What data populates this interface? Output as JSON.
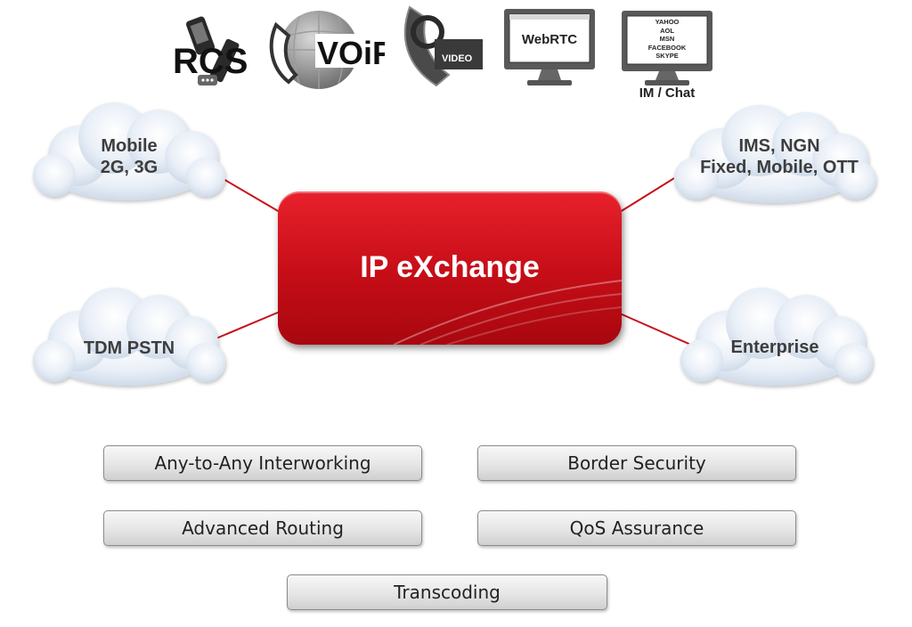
{
  "hub": {
    "title": "IP eXchange"
  },
  "networks": [
    {
      "id": "mobile",
      "lines": [
        "Mobile",
        "2G, 3G"
      ]
    },
    {
      "id": "ims",
      "lines": [
        "IMS, NGN",
        "Fixed, Mobile, OTT"
      ]
    },
    {
      "id": "tdm",
      "lines": [
        "TDM PSTN"
      ]
    },
    {
      "id": "enterprise",
      "lines": [
        "Enterprise"
      ]
    }
  ],
  "services": {
    "rcs": "RCS",
    "voip": "VOiP",
    "video": "VIDEO",
    "webrtc": "WebRTC",
    "im_list": [
      "YAHOO",
      "AOL",
      "MSN",
      "FACEBOOK",
      "SKYPE"
    ],
    "im_caption": "IM / Chat"
  },
  "capabilities": [
    "Any-to-Any Interworking",
    "Border Security",
    "Advanced Routing",
    "QoS Assurance",
    "Transcoding"
  ],
  "colors": {
    "hub": "#c8101a",
    "connector": "#c8101a",
    "cloud": "#dfe8f3",
    "text": "#3d3d3d"
  }
}
